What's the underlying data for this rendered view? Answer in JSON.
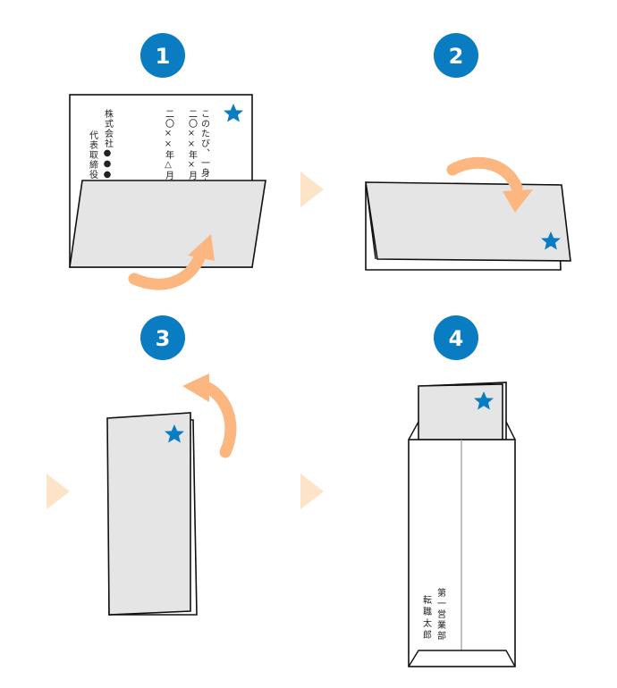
{
  "colors": {
    "badge": "#0a7cc1",
    "star": "#0a7cc1",
    "arrow": "#fbb77f",
    "chevron": "#fde3c8",
    "paper_fold": "#e5e5e5",
    "outline": "#111111"
  },
  "steps": [
    {
      "number": "1"
    },
    {
      "number": "2"
    },
    {
      "number": "3"
    },
    {
      "number": "4"
    }
  ],
  "letter": {
    "columns": [
      "このたび、一身上の",
      "二〇××年×月×日",
      "二〇××年△月△",
      "株式会社●●●",
      "代表取締役"
    ]
  },
  "envelope": {
    "department": "第一営業部",
    "name": "転職太郎"
  },
  "icons": [
    "star-icon",
    "curved-arrow-icon",
    "chevron-right-icon"
  ]
}
